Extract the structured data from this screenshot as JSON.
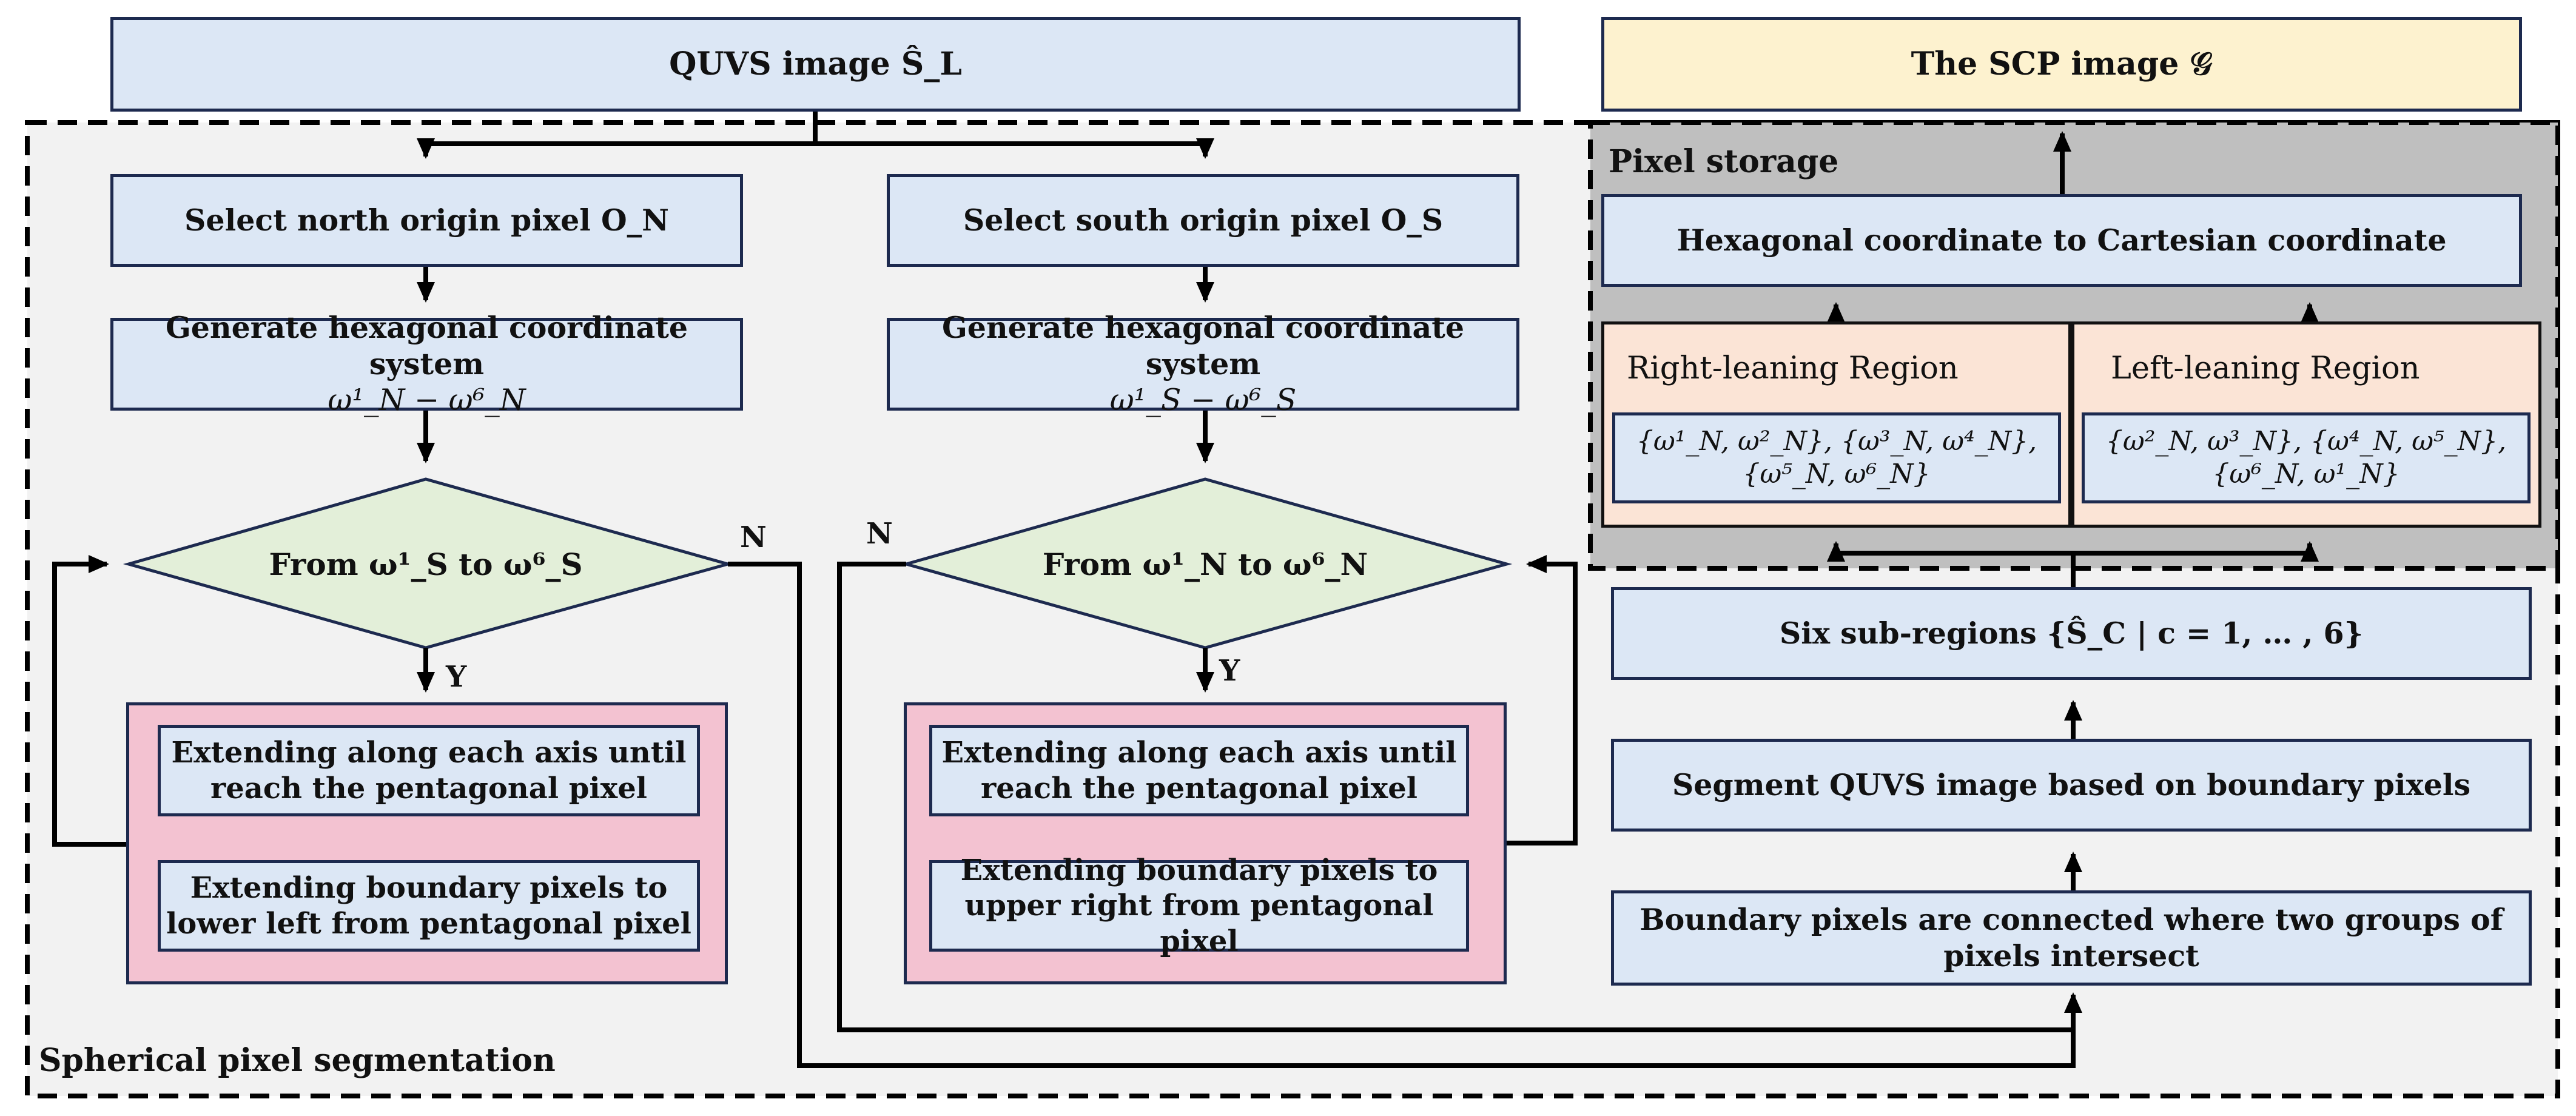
{
  "boxes": {
    "quvs_image": "QUVS image Ŝ_L",
    "scp_image": "The SCP image 𝒢",
    "select_north": "Select north origin pixel O_N",
    "select_south": "Select south origin pixel O_S",
    "gen_hex_north_line1": "Generate hexagonal coordinate system",
    "gen_hex_north_line2": "ω¹_N − ω⁶_N",
    "gen_hex_south_line1": "Generate hexagonal coordinate system",
    "gen_hex_south_line2": "ω¹_S − ω⁶_S",
    "extend_axis_left": "Extending along each axis until reach the pentagonal pixel",
    "extend_boundary_left": "Extending boundary pixels to lower left from pentagonal pixel",
    "extend_axis_right": "Extending along each axis until reach the pentagonal pixel",
    "extend_boundary_right": "Extending boundary pixels to upper right from pentagonal pixel",
    "hex_to_cartesian": "Hexagonal coordinate to Cartesian coordinate",
    "right_leaning_sets": "{ω¹_N, ω²_N}, {ω³_N, ω⁴_N}, {ω⁵_N, ω⁶_N}",
    "left_leaning_sets": "{ω²_N, ω³_N}, {ω⁴_N, ω⁵_N}, {ω⁶_N, ω¹_N}",
    "six_subregions": "Six sub-regions {Ŝ_C | c = 1, … , 6}",
    "segment_quvs": "Segment QUVS image based on boundary pixels",
    "boundary_connected": "Boundary pixels are connected where two groups of pixels intersect"
  },
  "decisions": {
    "left_diamond": "From ω¹_S to ω⁶_S",
    "right_diamond": "From ω¹_N to ω⁶_N"
  },
  "edge_labels": {
    "left_yes": "Y",
    "left_no": "N",
    "right_yes": "Y",
    "right_no": "N"
  },
  "groups": {
    "pixel_storage": "Pixel storage",
    "spherical_segmentation": "Spherical pixel segmentation",
    "right_leaning_region": "Right-leaning Region",
    "left_leaning_region": "Left-leaning Region"
  },
  "colors": {
    "blue_fill": "#dce7f5",
    "yellow_fill": "#fdf2cf",
    "green_fill": "#e3efd9",
    "pink_fill": "#f3c2d1",
    "peach_fill": "#fbe4d6",
    "storage_fill": "#bfbfbf",
    "segmentation_fill": "#f2f2f2",
    "border_navy": "#1d2a4f"
  }
}
